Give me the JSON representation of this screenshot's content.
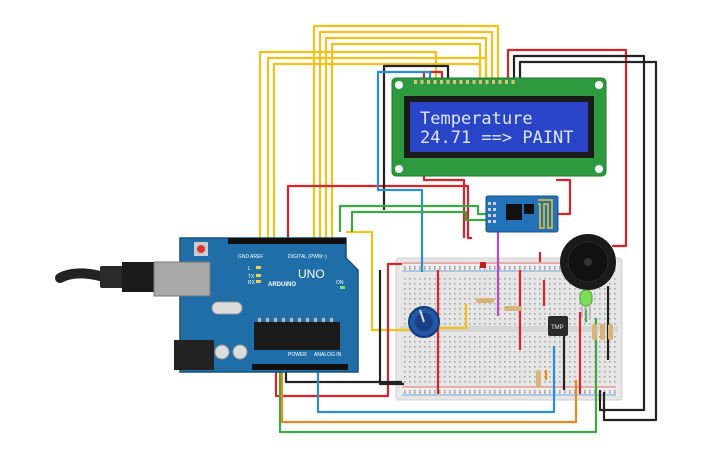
{
  "lcd": {
    "line1": "Temperature",
    "line2": "24.71 ==> PAINT"
  },
  "arduino": {
    "brand": "UNO",
    "logo": "ARDUINO",
    "digital_label": "DIGITAL (PWM~)",
    "power_label": "POWER",
    "analog_label": "ANALOG IN",
    "on_label": "ON",
    "aref_label": "AREF",
    "gnd_label": "GND",
    "tx_label": "TX",
    "rx_label": "RX",
    "l_label": "L"
  },
  "sensor": {
    "label": "TMP"
  },
  "colors": {
    "arduino_board": "#1f6ea8",
    "lcd_bezel": "#2d9a3f",
    "lcd_screen": "#2a44c8",
    "breadboard": "#e9e9e9",
    "wire_yellow": "#f2c21a",
    "wire_red": "#d8232a",
    "wire_black": "#222222",
    "wire_blue": "#2a8fd0",
    "wire_green": "#3aa843",
    "wire_orange": "#e88a1c",
    "wire_purple": "#b04fb4",
    "esp_board": "#2372b9",
    "buzzer": "#1a1a1a"
  }
}
